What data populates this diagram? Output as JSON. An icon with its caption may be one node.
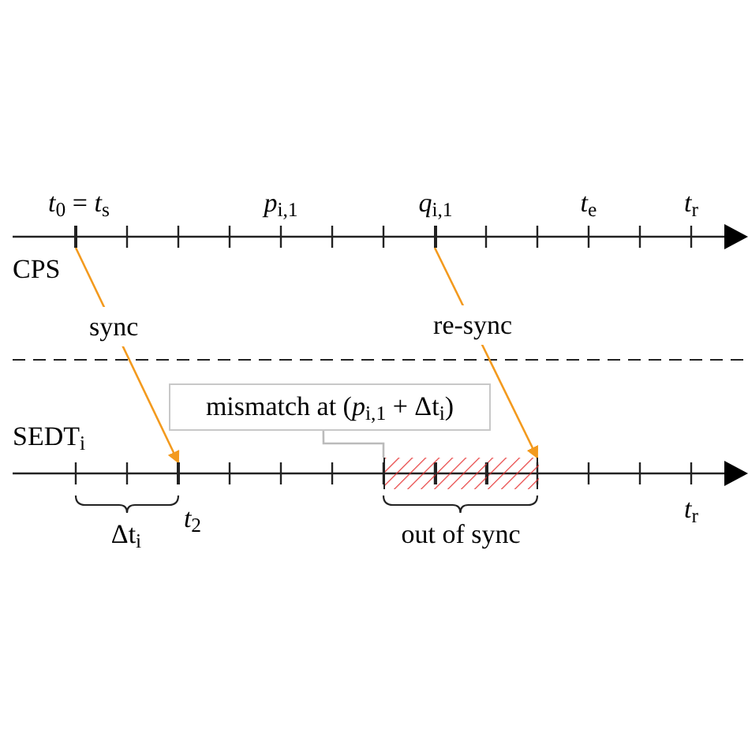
{
  "diagram": {
    "nodes": [
      {
        "text": [],
        "shape": "bar",
        "beside": [
          "*t*$_{0}$ = *t*$_{s}$"
        ]
      },
      {
        "text": [],
        "shape": "bar",
        "beside": [
          "*q*$_{i,1}$"
        ]
      },
      {
        "text": [],
        "shape": "bar",
        "beside": [
          "*t*$_{2}$"
        ]
      },
      {
        "text": [],
        "shape": "box",
        "beside": [
          "out of sync"
        ]
      },
      {
        "text": [
          "mismatch at (*p*$_{i,1}$ + Δt$_{i}$)"
        ]
      }
    ],
    "edges": [
      {
        "from": 0,
        "to": 2,
        "arrow": "to",
        "label": "sync"
      },
      {
        "from": 1,
        "to": 3,
        "arrow": "to",
        "label": "re-sync"
      },
      {
        "from": 4,
        "to": 3,
        "arrow": "none",
        "color": "#bbbbbb"
      }
    ],
    "labels": [
      "*p*$_{i,1}$",
      "*t*$_{e}$",
      "*t*$_{r}$",
      "CPS",
      "SEDT$_{i}$",
      "Δt$_{i}$",
      "*t*$_{r}$"
    ]
  }
}
